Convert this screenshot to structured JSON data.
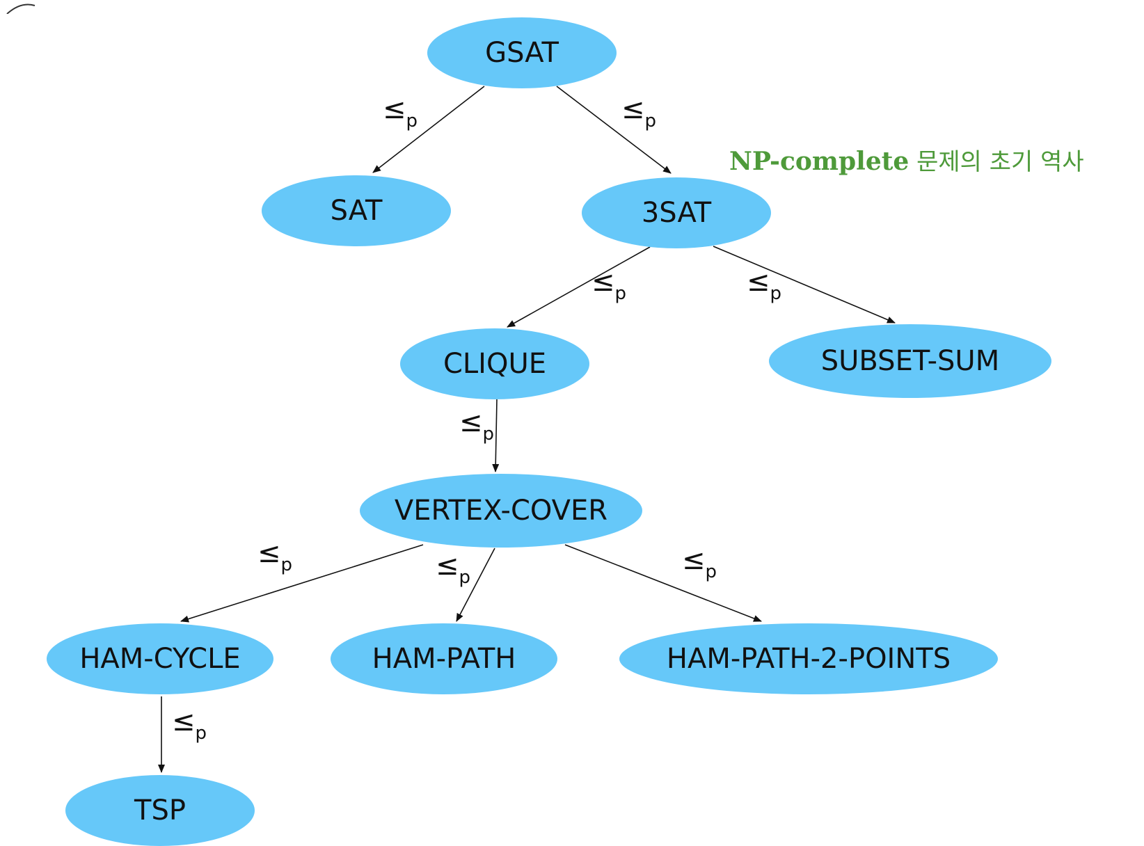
{
  "caption": {
    "bold": "NP-complete",
    "rest": " 문제의 초기 역사",
    "color": "#4e9a3a"
  },
  "node_color": "#66c8f9",
  "nodes": [
    {
      "id": "gsat",
      "label": "GSAT"
    },
    {
      "id": "sat",
      "label": "SAT"
    },
    {
      "id": "3sat",
      "label": "3SAT"
    },
    {
      "id": "clique",
      "label": "CLIQUE"
    },
    {
      "id": "subset-sum",
      "label": "SUBSET-SUM"
    },
    {
      "id": "vertex-cover",
      "label": "VERTEX-COVER"
    },
    {
      "id": "ham-cycle",
      "label": "HAM-CYCLE"
    },
    {
      "id": "ham-path",
      "label": "HAM-PATH"
    },
    {
      "id": "ham-path-2-points",
      "label": "HAM-PATH-2-POINTS"
    },
    {
      "id": "tsp",
      "label": "TSP"
    }
  ],
  "reduction": {
    "symbol": "≤",
    "subscript": "p"
  },
  "edges": [
    {
      "from": "gsat",
      "to": "sat"
    },
    {
      "from": "gsat",
      "to": "3sat"
    },
    {
      "from": "3sat",
      "to": "clique"
    },
    {
      "from": "3sat",
      "to": "subset-sum"
    },
    {
      "from": "clique",
      "to": "vertex-cover"
    },
    {
      "from": "vertex-cover",
      "to": "ham-cycle"
    },
    {
      "from": "vertex-cover",
      "to": "ham-path"
    },
    {
      "from": "vertex-cover",
      "to": "ham-path-2-points"
    },
    {
      "from": "ham-cycle",
      "to": "tsp"
    }
  ]
}
